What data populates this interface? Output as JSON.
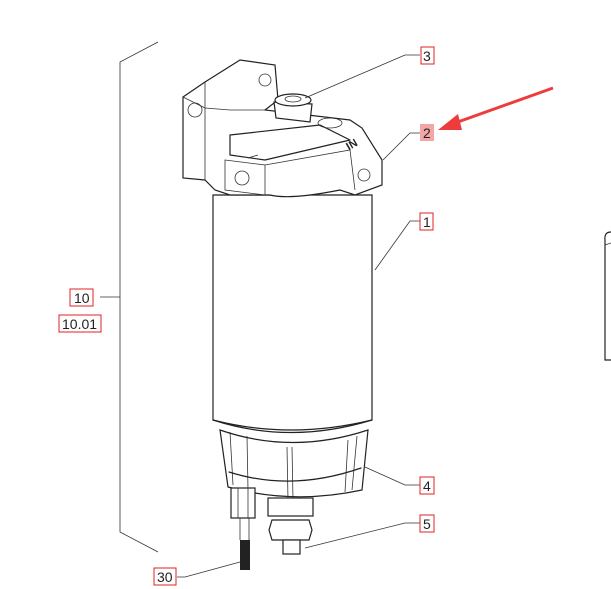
{
  "diagram": {
    "callouts": {
      "c3": "3",
      "c2": "2",
      "c1": "1",
      "c4": "4",
      "c5": "5",
      "c30": "30",
      "c10": "10",
      "c1001": "10.01"
    },
    "marking_in": "IN",
    "colors": {
      "label_box": "#e02020",
      "highlight_fill": "#f4a6a6",
      "pointer_arrow": "#ee3b3b"
    }
  }
}
